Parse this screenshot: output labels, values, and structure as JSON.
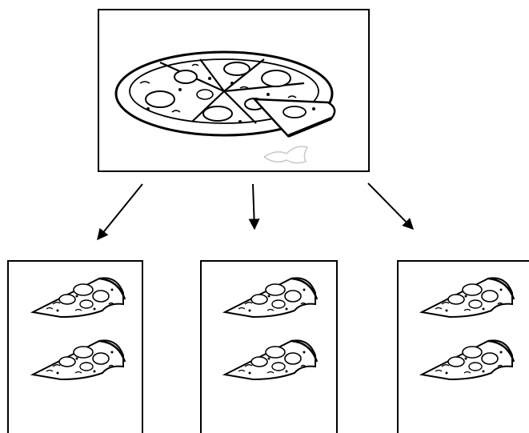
{
  "diagram": {
    "source": {
      "icon": "whole-pizza-icon"
    },
    "edges": [
      {
        "from": "source",
        "to": "plate-1"
      },
      {
        "from": "source",
        "to": "plate-2"
      },
      {
        "from": "source",
        "to": "plate-3"
      }
    ],
    "plates": [
      {
        "id": "plate-1",
        "slices": 2,
        "slice_icon": "pizza-slice-icon"
      },
      {
        "id": "plate-2",
        "slices": 2,
        "slice_icon": "pizza-slice-icon"
      },
      {
        "id": "plate-3",
        "slices": 2,
        "slice_icon": "pizza-slice-icon"
      }
    ],
    "colors": {
      "stroke": "#000000",
      "background": "#ffffff"
    }
  }
}
